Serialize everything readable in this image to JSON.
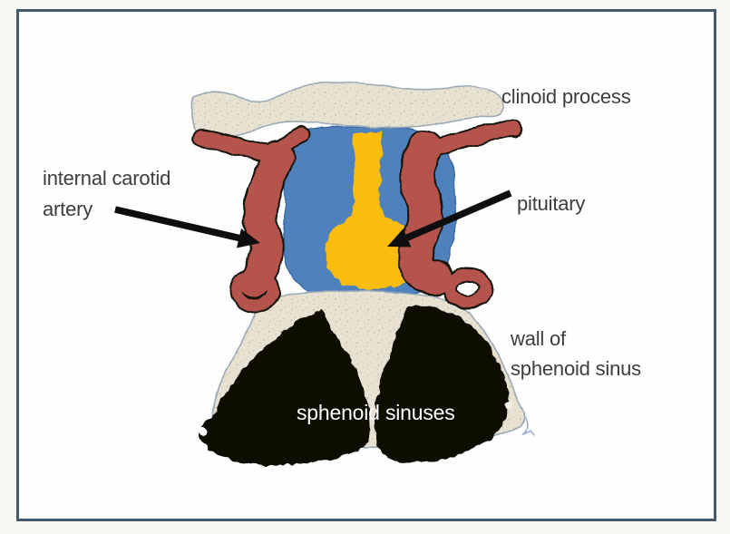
{
  "figure": {
    "labels": {
      "internal_carotid": {
        "line1": "internal carotid",
        "line2": "artery"
      },
      "clinoid_process": "clinoid process",
      "pituitary": "pituitary",
      "wall_of_sphenoid": {
        "line1": "wall of",
        "line2": "sphenoid sinus"
      },
      "sphenoid_sinuses": "sphenoid sinuses"
    },
    "colors": {
      "artery_red": "#b5534d",
      "cavernous_blue": "#4f81bd",
      "pituitary_yellow": "#fbbd0d",
      "bone_tan": "#e8e2d2",
      "sinus_black": "#0b0705",
      "outline_black": "#191310",
      "bone_outline": "#9aa9b6",
      "frame_border": "#46596a",
      "label_text": "#3d3d3d",
      "sinus_label_text": "#ffffff",
      "page_bg": "#f8f7f4",
      "canvas_bg": "#fefefe"
    }
  }
}
